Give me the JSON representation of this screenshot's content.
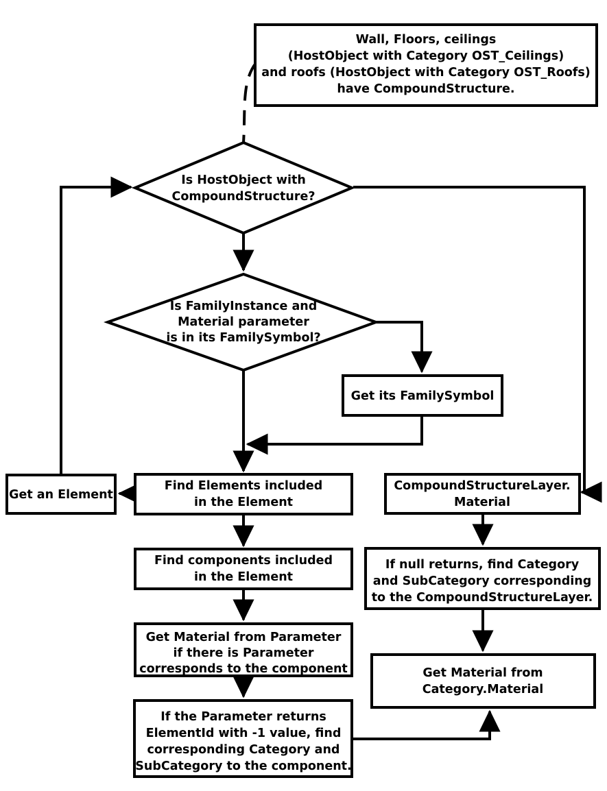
{
  "diagram": {
    "title": "Revit material lookup flowchart",
    "background_color": "#ffffff",
    "stroke_color": "#000000",
    "nodes": {
      "note_hostobject": {
        "shape": "note-box",
        "lines": [
          "Wall, Floors, ceilings",
          "(HostObject with Category OST_Ceilings)",
          "and roofs (HostObject with Category OST_Roofs)",
          "have CompoundStructure."
        ]
      },
      "decision_hostobject": {
        "shape": "diamond",
        "lines": [
          "Is HostObject with",
          "CompoundStructure?"
        ]
      },
      "decision_familyinstance": {
        "shape": "diamond",
        "lines": [
          "Is FamilyInstance and",
          "Material parameter",
          "is in its FamilySymbol?"
        ]
      },
      "get_familysymbol": {
        "shape": "box",
        "lines": [
          "Get its FamilySymbol"
        ]
      },
      "get_an_element": {
        "shape": "box",
        "lines": [
          "Get an Element"
        ]
      },
      "find_elements": {
        "shape": "box",
        "lines": [
          "Find Elements included",
          "in the Element"
        ]
      },
      "compoundstructurelayer_material": {
        "shape": "box",
        "lines": [
          "CompoundStructureLayer.",
          "Material"
        ]
      },
      "find_components": {
        "shape": "box",
        "lines": [
          "Find components included",
          "in the Element"
        ]
      },
      "if_null_returns": {
        "shape": "box",
        "lines": [
          "If null returns, find Category",
          "and SubCategory corresponding",
          "to the CompoundStructureLayer."
        ]
      },
      "get_material_parameter": {
        "shape": "box",
        "lines": [
          "Get Material from Parameter",
          "if there is Parameter",
          "corresponds to the component"
        ]
      },
      "get_material_category": {
        "shape": "box",
        "lines": [
          "Get Material from",
          "Category.Material"
        ]
      },
      "if_parameter_returns": {
        "shape": "box",
        "lines": [
          "If the Parameter returns",
          "ElementId with -1 value, find",
          "corresponding Category and",
          "SubCategory to the component."
        ]
      }
    },
    "edges": [
      {
        "id": "note-to-decision1",
        "from": "note_hostobject",
        "to": "decision_hostobject",
        "style": "dashed",
        "arrow": false
      },
      {
        "id": "decision1-no-down",
        "from": "decision_hostobject",
        "to": "decision_familyinstance",
        "style": "solid",
        "arrow": true
      },
      {
        "id": "decision1-yes-right",
        "from": "decision_hostobject",
        "to": "compoundstructurelayer_material",
        "style": "solid",
        "arrow": true
      },
      {
        "id": "loop-back-to-decision1",
        "from": "get_an_element",
        "to": "decision_hostobject",
        "style": "solid",
        "arrow": true
      },
      {
        "id": "decision2-yes-right",
        "from": "decision_familyinstance",
        "to": "get_familysymbol",
        "style": "solid",
        "arrow": true
      },
      {
        "id": "familysymbol-merge",
        "from": "get_familysymbol",
        "to": "find_elements",
        "style": "solid",
        "arrow": true
      },
      {
        "id": "decision2-no-down",
        "from": "decision_familyinstance",
        "to": "find_elements",
        "style": "solid",
        "arrow": true
      },
      {
        "id": "findelements-to-getanelement",
        "from": "find_elements",
        "to": "get_an_element",
        "style": "solid",
        "arrow": true
      },
      {
        "id": "findelements-to-findcomponents",
        "from": "find_elements",
        "to": "find_components",
        "style": "solid",
        "arrow": true
      },
      {
        "id": "findcomponents-to-getmaterialparam",
        "from": "find_components",
        "to": "get_material_parameter",
        "style": "solid",
        "arrow": true
      },
      {
        "id": "getmaterialparam-to-ifparameter",
        "from": "get_material_parameter",
        "to": "if_parameter_returns",
        "style": "solid",
        "arrow": true
      },
      {
        "id": "ifparameter-to-getmaterialcategory",
        "from": "if_parameter_returns",
        "to": "get_material_category",
        "style": "solid",
        "arrow": true
      },
      {
        "id": "csl-to-ifnull",
        "from": "compoundstructurelayer_material",
        "to": "if_null_returns",
        "style": "solid",
        "arrow": true
      },
      {
        "id": "ifnull-to-getmaterialcategory",
        "from": "if_null_returns",
        "to": "get_material_category",
        "style": "solid",
        "arrow": true
      }
    ]
  }
}
